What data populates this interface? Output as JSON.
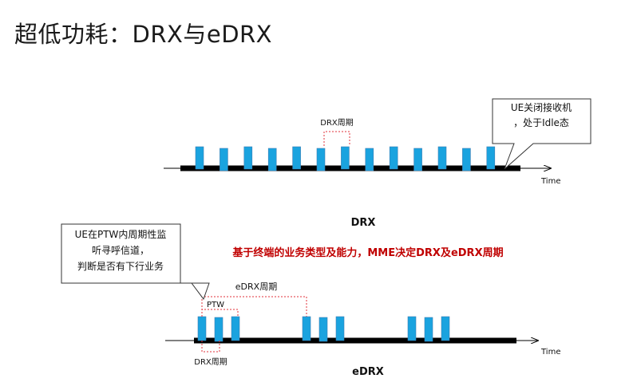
{
  "title": "超低功耗：DRX与eDRX",
  "colors": {
    "pulse": "#1aa3df",
    "pulse_edge": "#3f7fb5",
    "axis": "#000000",
    "dashed": "#e0303a",
    "headline": "#c00000",
    "callout_border": "#333333"
  },
  "headline": "基于终端的业务类型及能力，MME决定DRX及eDRX周期",
  "drx": {
    "caption": "DRX",
    "time_label": "Time",
    "cycle_label": "DRX周期",
    "callout_lines": [
      "UE关闭接收机",
      "，处于Idle态"
    ],
    "pulse_count": 13
  },
  "edrx": {
    "caption": "eDRX",
    "time_label": "Time",
    "cycle_label": "eDRX周期",
    "ptw_label": "PTW",
    "drx_cycle_label": "DRX周期",
    "callout_lines": [
      "UE在PTW内周期性监",
      "听寻呼信道，",
      "判断是否有下行业务"
    ],
    "groups": 3,
    "pulses_per_group": 3
  }
}
